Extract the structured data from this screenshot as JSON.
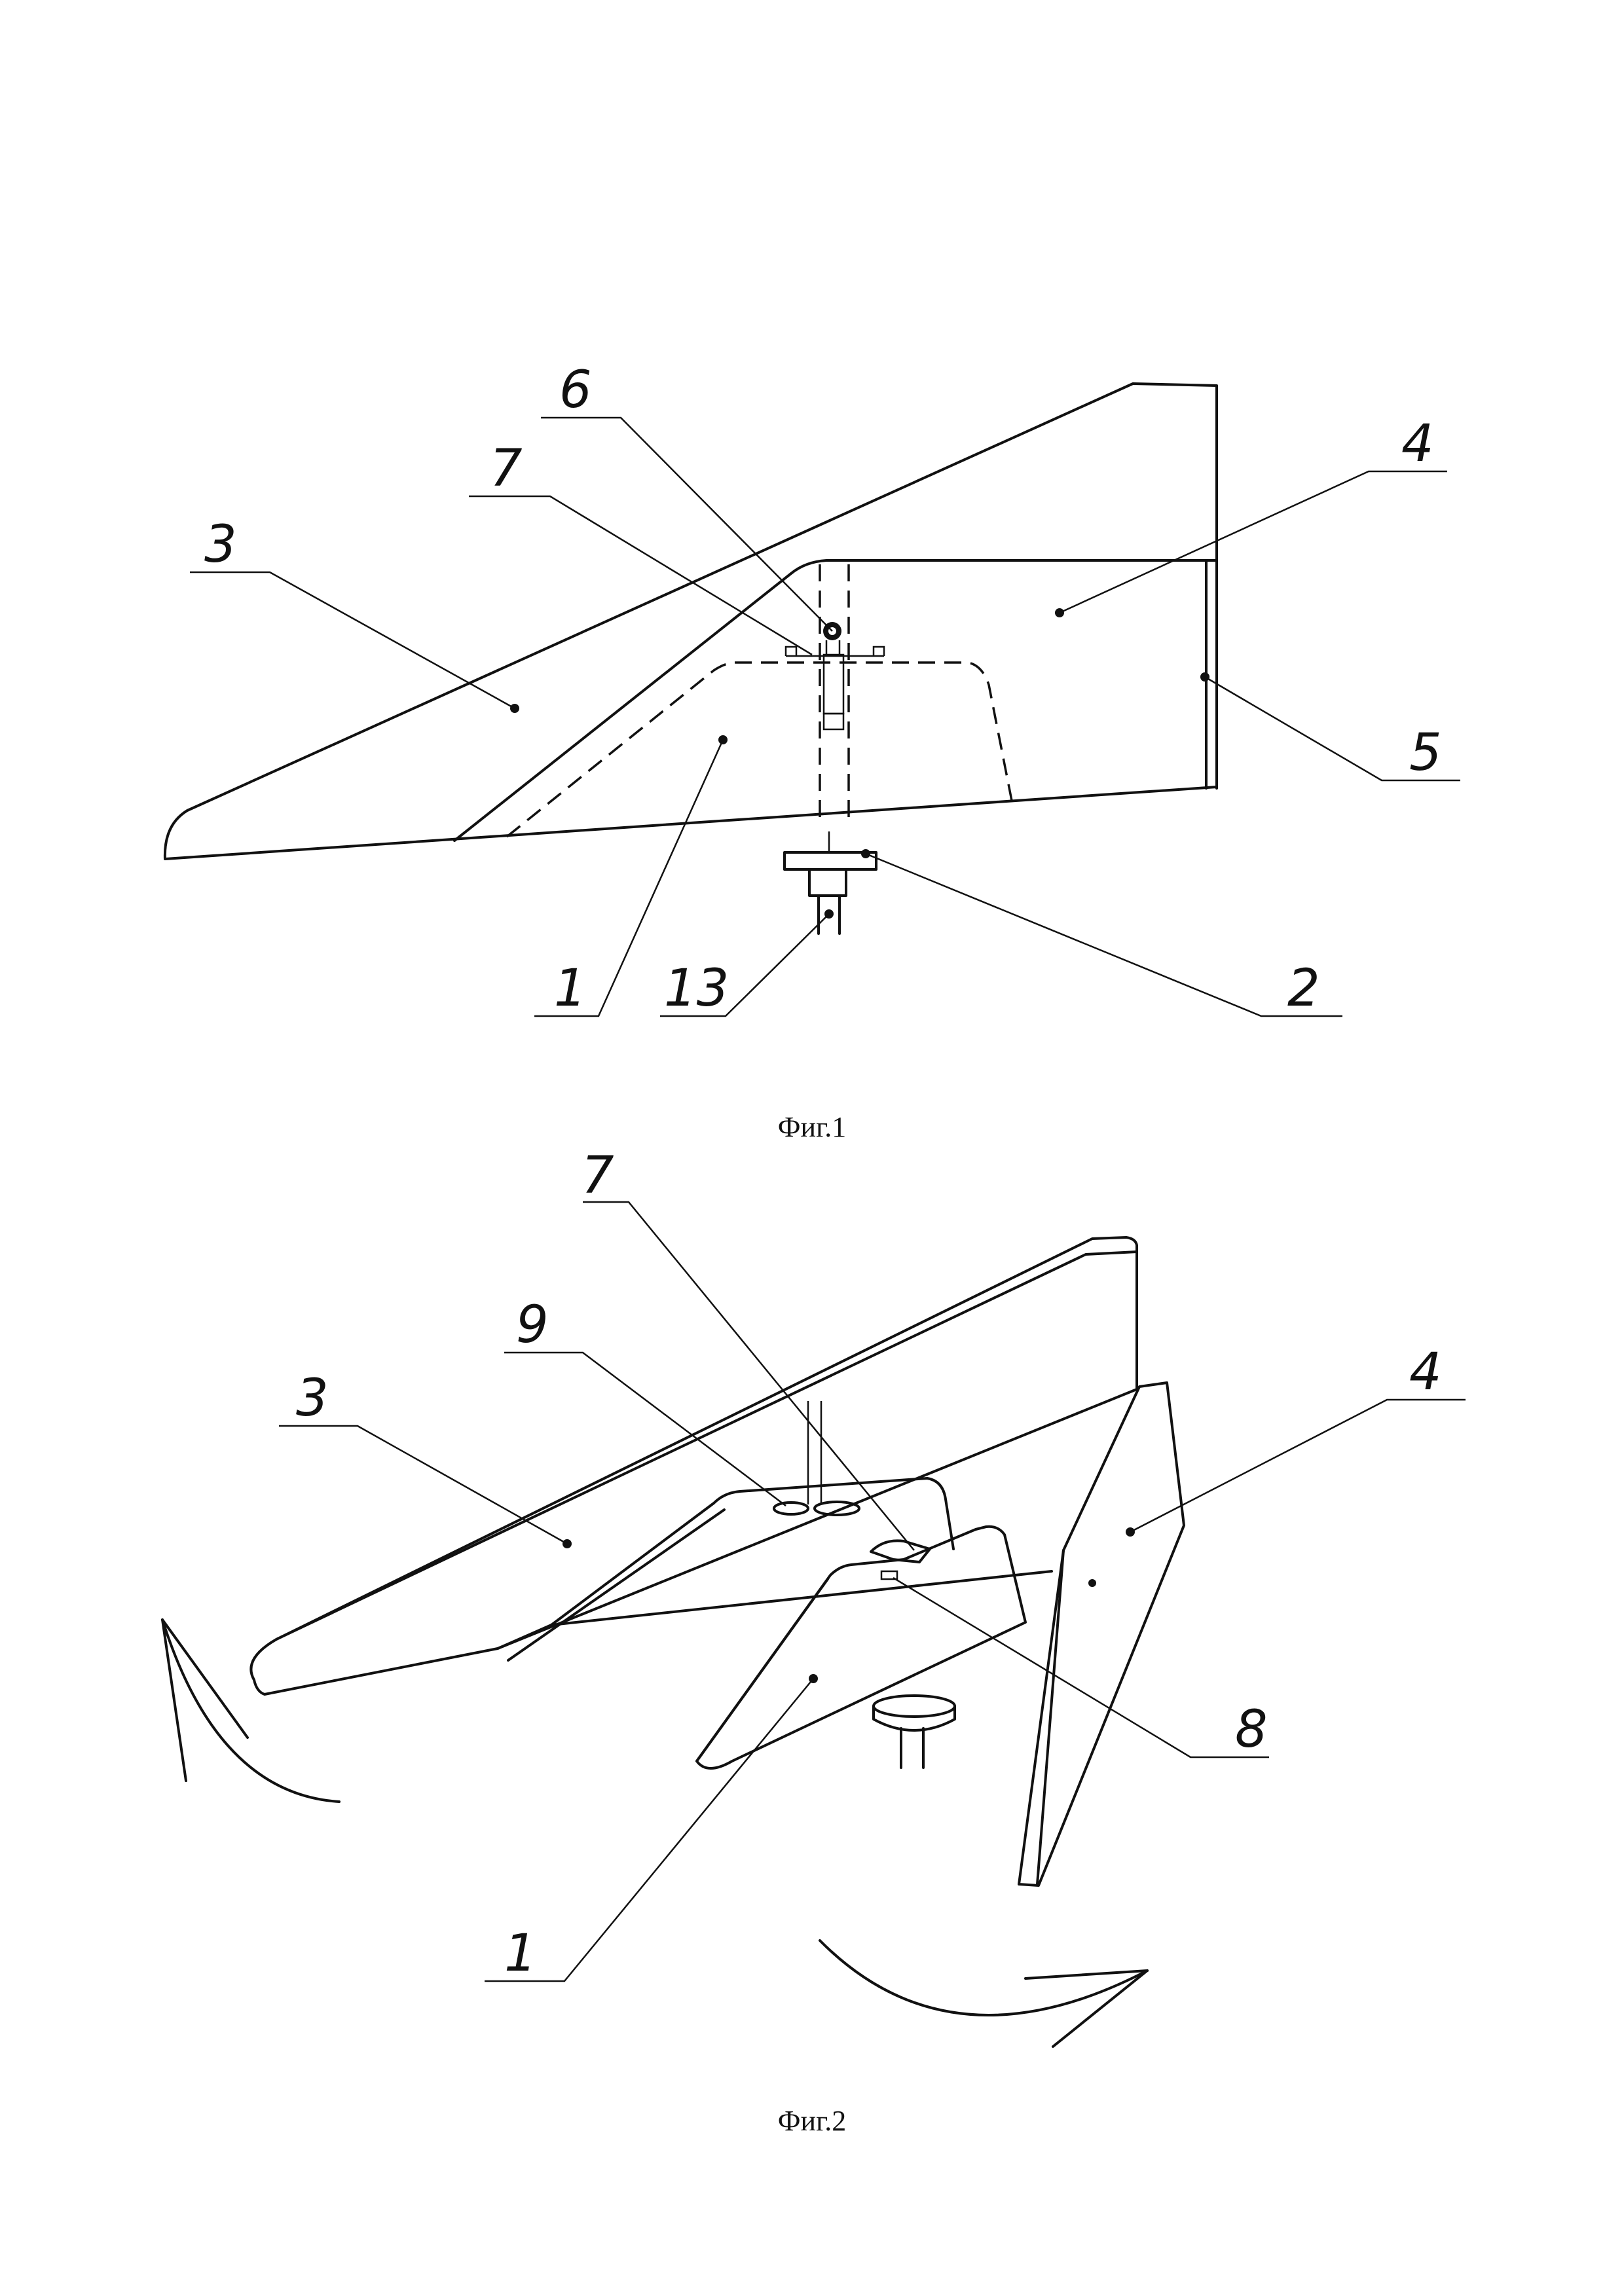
{
  "figure1": {
    "caption": "Фиг.1",
    "labels": {
      "l6": "6",
      "l7": "7",
      "l4": "4",
      "l3": "3",
      "l5": "5",
      "l1": "1",
      "l13": "13",
      "l2": "2"
    }
  },
  "figure2": {
    "caption": "Фиг.2",
    "labels": {
      "l7": "7",
      "l9": "9",
      "l3": "3",
      "l4": "4",
      "l8": "8",
      "l1": "1"
    }
  }
}
